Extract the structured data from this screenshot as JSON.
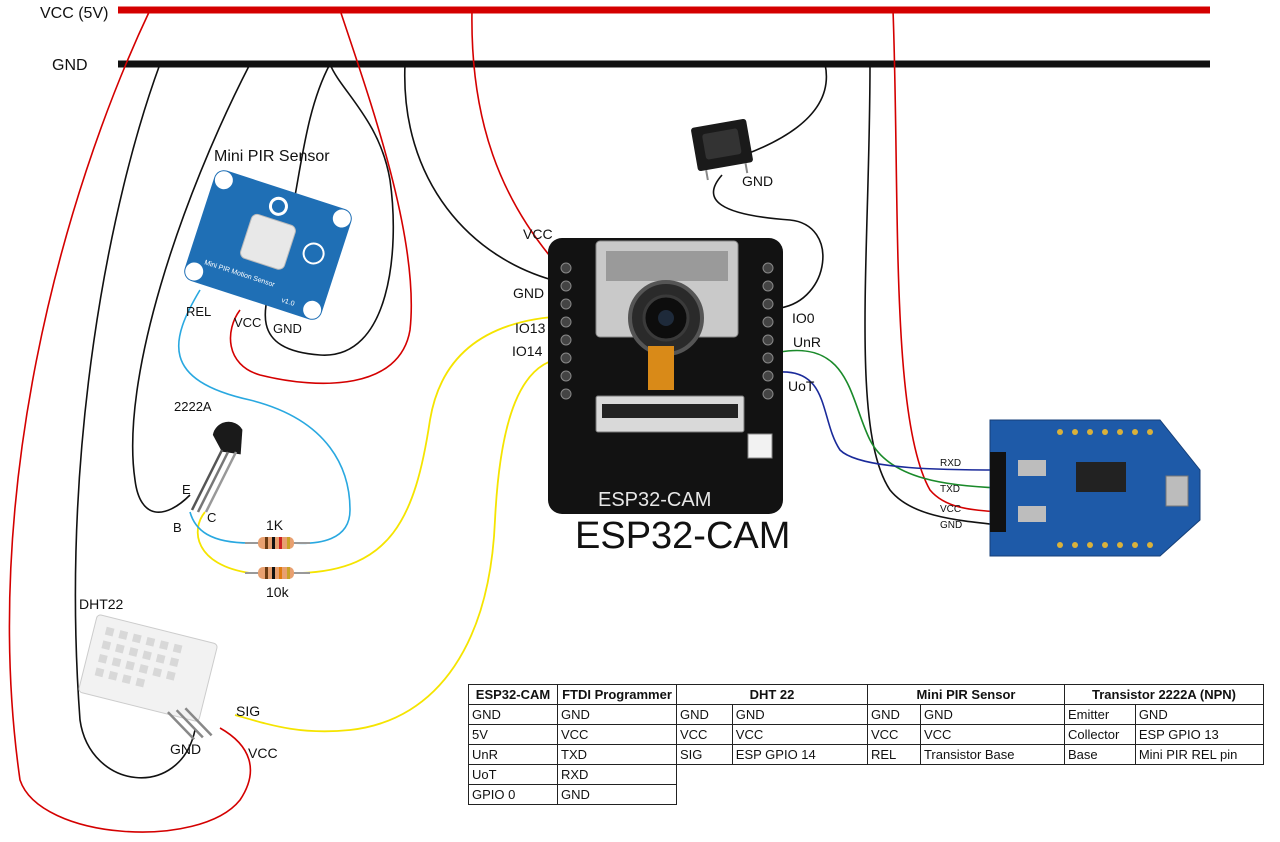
{
  "rails": {
    "vcc_label": "VCC (5V)",
    "gnd_label": "GND"
  },
  "pir": {
    "title": "Mini PIR Sensor",
    "board_text": "Mini PIR Motion Sensor",
    "version": "v1.0",
    "pin_rel": "REL",
    "pin_vcc": "VCC",
    "pin_gnd": "GND"
  },
  "transistor": {
    "title": "2222A",
    "pin_e": "E",
    "pin_b": "B",
    "pin_c": "C"
  },
  "resistors": {
    "r1": "1K",
    "r2": "10k"
  },
  "dht": {
    "title": "DHT22",
    "pin_sig": "SIG",
    "pin_gnd": "GND",
    "pin_vcc": "VCC"
  },
  "switch": {
    "label": "GND"
  },
  "esp": {
    "title": "ESP32-CAM",
    "silk_title": "ESP32-CAM",
    "left_labels": {
      "vcc": "VCC",
      "gnd": "GND",
      "io13": "IO13",
      "io14": "IO14"
    },
    "right_labels": {
      "io0": "IO0",
      "unr": "UnR",
      "uot": "UoT"
    }
  },
  "ftdi": {
    "rxd": "RXD",
    "txd": "TXD",
    "vcc": "VCC",
    "gnd": "GND"
  },
  "table": {
    "headers": [
      "ESP32-CAM",
      "FTDI Programmer",
      "DHT 22",
      "Mini PIR Sensor",
      "Transistor 2222A (NPN)"
    ],
    "rows": [
      [
        "GND",
        "GND",
        "GND",
        "GND",
        "GND",
        "GND",
        "Emitter",
        "GND"
      ],
      [
        "5V",
        "VCC",
        "VCC",
        "VCC",
        "VCC",
        "VCC",
        "Collector",
        "ESP GPIO 13"
      ],
      [
        "UnR",
        "TXD",
        "SIG",
        "ESP GPIO 14",
        "REL",
        "Transistor Base",
        "Base",
        "Mini PIR REL pin"
      ],
      [
        "UoT",
        "RXD"
      ],
      [
        "GPIO 0",
        "GND"
      ]
    ]
  },
  "colors": {
    "vcc": "#d40000",
    "gnd": "#111111",
    "blue_wire": "#29a8e0",
    "yellow_wire": "#f5e400",
    "green_wire": "#1a8a2a",
    "navy_wire": "#1a2a9a",
    "pcb_blue": "#1f6fb5",
    "ftdi_blue": "#1e5aa8"
  }
}
